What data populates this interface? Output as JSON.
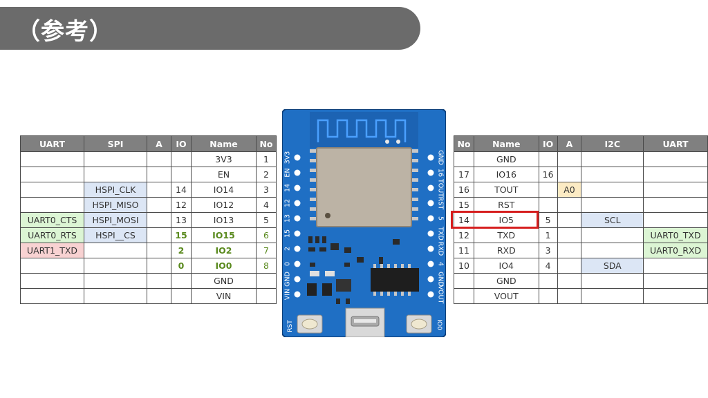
{
  "title": "（参考）",
  "left_table": {
    "headers": [
      "UART",
      "SPI",
      "A",
      "IO",
      "Name",
      "No"
    ],
    "rows": [
      [
        "",
        "",
        "",
        "",
        "3V3",
        "1"
      ],
      [
        "",
        "",
        "",
        "",
        "EN",
        "2"
      ],
      [
        "",
        "HSPI_CLK",
        "",
        "14",
        "IO14",
        "3"
      ],
      [
        "",
        "HSPI_MISO",
        "",
        "12",
        "IO12",
        "4"
      ],
      [
        "UART0_CTS",
        "HSPI_MOSI",
        "",
        "13",
        "IO13",
        "5"
      ],
      [
        "UART0_RTS",
        "HSPI__CS",
        "",
        "15",
        "IO15",
        "6"
      ],
      [
        "UART1_TXD",
        "",
        "",
        "2",
        "IO2",
        "7"
      ],
      [
        "",
        "",
        "",
        "0",
        "IO0",
        "8"
      ],
      [
        "",
        "",
        "",
        "",
        "GND",
        ""
      ],
      [
        "",
        "",
        "",
        "",
        "VIN",
        ""
      ]
    ]
  },
  "right_table": {
    "headers": [
      "No",
      "Name",
      "IO",
      "A",
      "I2C",
      "UART"
    ],
    "rows": [
      [
        "",
        "GND",
        "",
        "",
        "",
        ""
      ],
      [
        "17",
        "IO16",
        "16",
        "",
        "",
        ""
      ],
      [
        "16",
        "TOUT",
        "",
        "A0",
        "",
        ""
      ],
      [
        "15",
        "RST",
        "",
        "",
        "",
        ""
      ],
      [
        "14",
        "IO5",
        "5",
        "",
        "SCL",
        ""
      ],
      [
        "12",
        "TXD",
        "1",
        "",
        "",
        "UART0_TXD"
      ],
      [
        "11",
        "RXD",
        "3",
        "",
        "",
        "UART0_RXD"
      ],
      [
        "10",
        "IO4",
        "4",
        "",
        "SDA",
        ""
      ],
      [
        "",
        "GND",
        "",
        "",
        "",
        ""
      ],
      [
        "",
        "VOUT",
        "",
        "",
        "",
        ""
      ]
    ]
  },
  "board": {
    "left_labels": [
      "3V3",
      "EN",
      "14",
      "12",
      "13",
      "15",
      "2",
      "0",
      "GND",
      "VIN"
    ],
    "right_labels": [
      "GND",
      "16",
      "TOUT",
      "RST",
      "5",
      "TXD",
      "RXD",
      "4",
      "GND",
      "VOUT"
    ],
    "rst_button_label": "RST",
    "io0_button_label": "IO0"
  },
  "colors": {
    "title_bar": "#6b6b6b",
    "header_bg": "#808080",
    "spi_blue": "#dce6f5",
    "uart_green": "#dcf5d4",
    "uart_red": "#f8d2d2",
    "analog_yellow": "#fcebc4",
    "io_green_text": "#5a8a1e",
    "highlight_red": "#d61e1e",
    "board_blue": "#1565c0"
  }
}
